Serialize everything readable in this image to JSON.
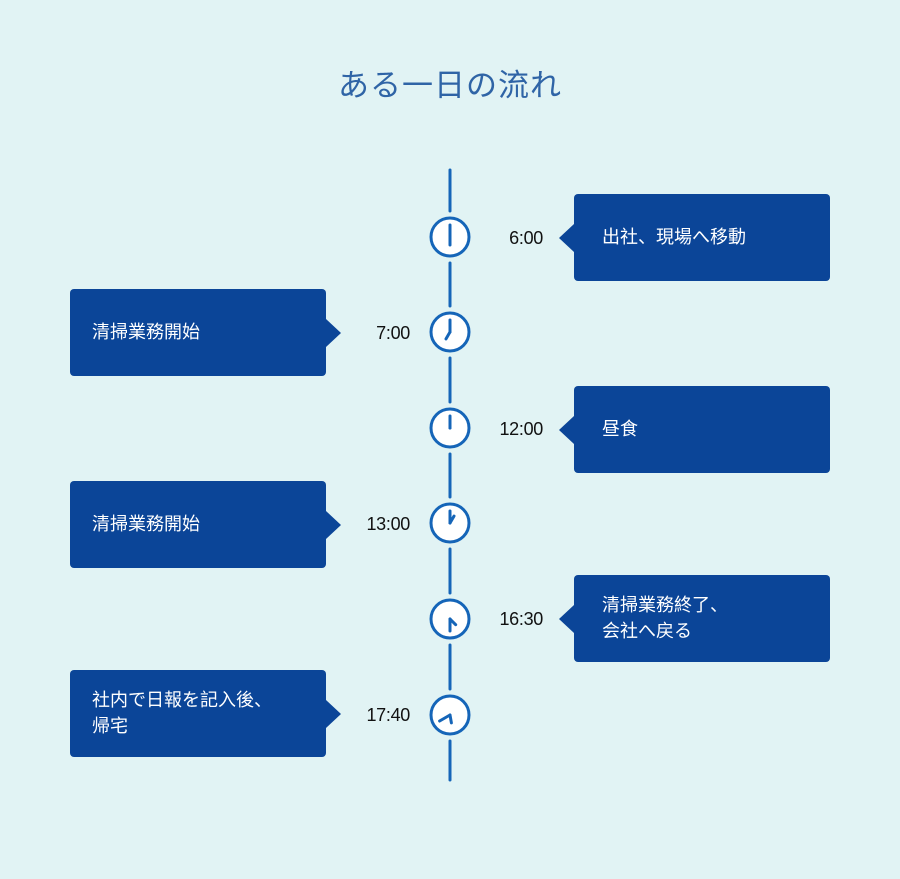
{
  "title": "ある一日の流れ",
  "colors": {
    "background": "#e1f3f4",
    "accent": "#0b4598",
    "line": "#1565b8",
    "title": "#2f64a6"
  },
  "events": [
    {
      "time": "6:00",
      "text": "出社、現場へ移動",
      "side": "right",
      "clock": {
        "hour": 6,
        "minute": 0
      },
      "icon": "clock-icon"
    },
    {
      "time": "7:00",
      "text": "清掃業務開始",
      "side": "left",
      "clock": {
        "hour": 7,
        "minute": 0
      },
      "icon": "clock-icon"
    },
    {
      "time": "12:00",
      "text": "昼食",
      "side": "right",
      "clock": {
        "hour": 12,
        "minute": 0
      },
      "icon": "clock-icon"
    },
    {
      "time": "13:00",
      "text": "清掃業務開始",
      "side": "left",
      "clock": {
        "hour": 13,
        "minute": 0
      },
      "icon": "clock-icon"
    },
    {
      "time": "16:30",
      "text": "清掃業務終了、\n会社へ戻る",
      "side": "right",
      "clock": {
        "hour": 16,
        "minute": 30
      },
      "icon": "clock-icon"
    },
    {
      "time": "17:40",
      "text": "社内で日報を記入後、\n帰宅",
      "side": "left",
      "clock": {
        "hour": 17,
        "minute": 40
      },
      "icon": "clock-icon"
    }
  ]
}
